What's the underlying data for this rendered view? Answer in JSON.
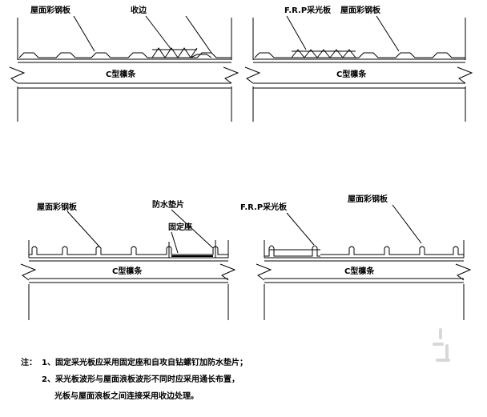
{
  "diagrams": [
    {
      "labels": {
        "roof_panel": "屋面彩钢板",
        "edge_trim": "收边",
        "beam": "C型檩条"
      }
    },
    {
      "labels": {
        "frp_panel": "F.R.P采光板",
        "roof_panel": "屋面彩钢板",
        "beam": "C型檩条"
      }
    },
    {
      "labels": {
        "roof_panel": "屋面彩钢板",
        "washer": "防水垫片",
        "bracket": "固定座",
        "beam": "C型檩条"
      }
    },
    {
      "labels": {
        "frp_panel": "F.R.P采光板",
        "roof_panel": "屋面彩钢板",
        "beam": "C型檩条"
      }
    }
  ],
  "notes": {
    "prefix": "注：",
    "line1": "1、固定采光板应采用固定座和自攻自钻螺钉加防水垫片；",
    "line2": "2、采光板波形与屋面浪板波形不同时应采用通长布置，",
    "line3": "光板与屋面浪板之间连接采用收边处理。"
  }
}
